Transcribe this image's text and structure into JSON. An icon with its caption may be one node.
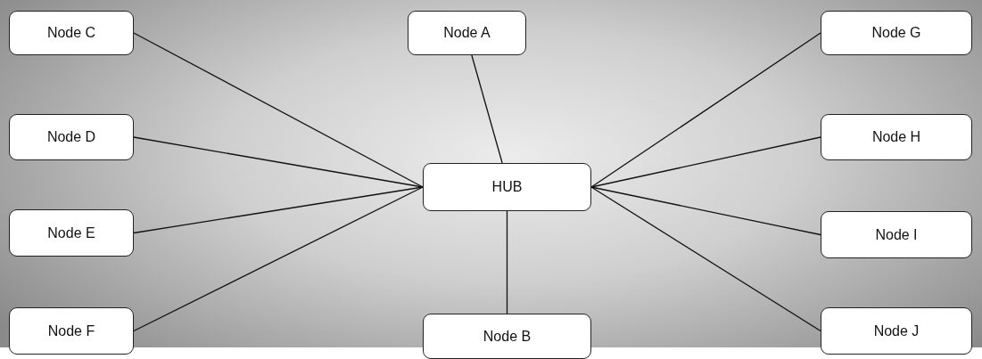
{
  "diagram": {
    "nodes": [
      {
        "text": [
          "Node C"
        ]
      },
      {
        "text": [
          "Node A"
        ]
      },
      {
        "text": [
          "Node G"
        ]
      },
      {
        "text": [
          "Node D"
        ]
      },
      {
        "text": [
          "HUB"
        ]
      },
      {
        "text": [
          "Node H"
        ]
      },
      {
        "text": [
          "Node E"
        ]
      },
      {
        "text": [
          "Node I"
        ]
      },
      {
        "text": [
          "Node F"
        ]
      },
      {
        "text": [
          "Node B"
        ]
      },
      {
        "text": [
          "Node J"
        ]
      }
    ],
    "edges": [
      {
        "from": 4,
        "to": 0,
        "arrow": "none"
      },
      {
        "from": 4,
        "to": 1,
        "arrow": "none"
      },
      {
        "from": 4,
        "to": 2,
        "arrow": "none"
      },
      {
        "from": 4,
        "to": 3,
        "arrow": "none"
      },
      {
        "from": 4,
        "to": 5,
        "arrow": "none"
      },
      {
        "from": 4,
        "to": 6,
        "arrow": "none"
      },
      {
        "from": 4,
        "to": 7,
        "arrow": "none"
      },
      {
        "from": 4,
        "to": 8,
        "arrow": "none"
      },
      {
        "from": 4,
        "to": 9,
        "arrow": "none"
      },
      {
        "from": 4,
        "to": 10,
        "arrow": "none"
      }
    ]
  }
}
